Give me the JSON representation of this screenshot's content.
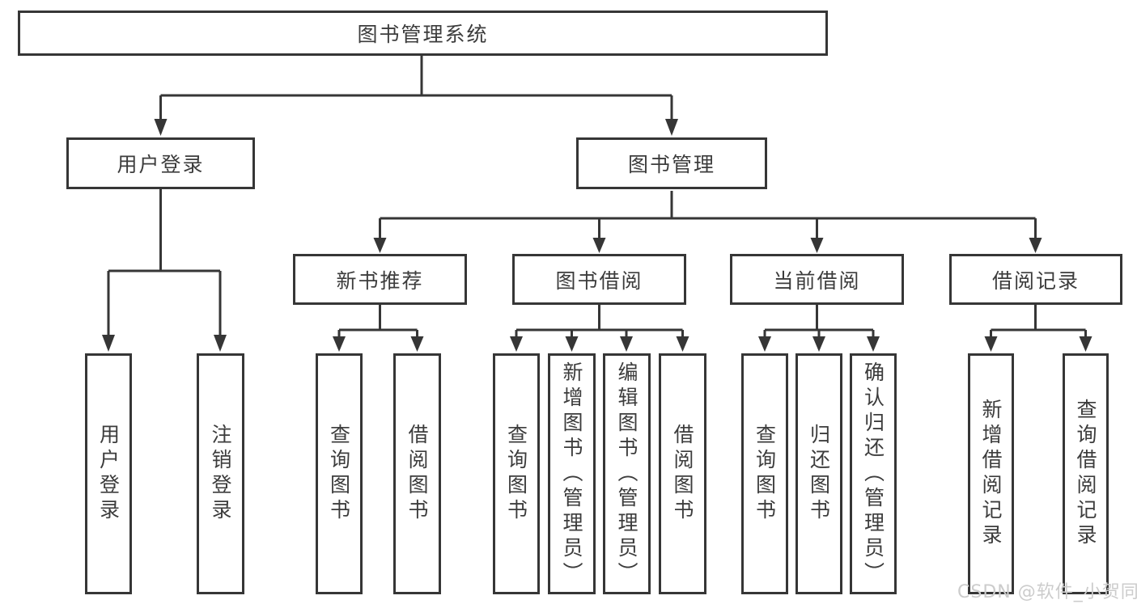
{
  "diagram": {
    "root": {
      "label": "图书管理系统"
    },
    "level2": [
      {
        "label": "用户登录"
      },
      {
        "label": "图书管理"
      }
    ],
    "level3": [
      {
        "parent": "图书管理",
        "label": "新书推荐"
      },
      {
        "parent": "图书管理",
        "label": "图书借阅"
      },
      {
        "parent": "图书管理",
        "label": "当前借阅"
      },
      {
        "parent": "图书管理",
        "label": "借阅记录"
      }
    ],
    "leaves": [
      {
        "parent": "用户登录",
        "label": "用户登录"
      },
      {
        "parent": "用户登录",
        "label": "注销登录"
      },
      {
        "parent": "新书推荐",
        "label": "查询图书"
      },
      {
        "parent": "新书推荐",
        "label": "借阅图书"
      },
      {
        "parent": "图书借阅",
        "label": "查询图书"
      },
      {
        "parent": "图书借阅",
        "label": "新增图书（管理员）"
      },
      {
        "parent": "图书借阅",
        "label": "编辑图书（管理员）"
      },
      {
        "parent": "图书借阅",
        "label": "借阅图书"
      },
      {
        "parent": "当前借阅",
        "label": "查询图书"
      },
      {
        "parent": "当前借阅",
        "label": "归还图书"
      },
      {
        "parent": "当前借阅",
        "label": "确认归还（管理员）"
      },
      {
        "parent": "借阅记录",
        "label": "新增借阅记录"
      },
      {
        "parent": "借阅记录",
        "label": "查询借阅记录"
      }
    ]
  },
  "watermark": {
    "text": "CSDN @软件_小贺同学"
  },
  "colors": {
    "line": "#363636",
    "box_border": "#363636",
    "box_fill": "#ffffff",
    "text": "#3c3c3c",
    "watermark": "#cccccc"
  }
}
